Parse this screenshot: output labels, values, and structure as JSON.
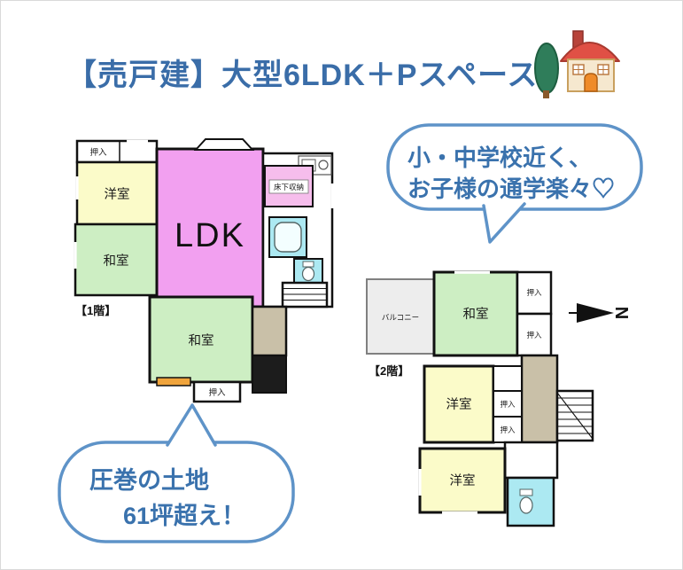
{
  "page": {
    "title": "【売戸建】大型6LDK＋Pスペース"
  },
  "bubbles": {
    "school": {
      "line1": "小・中学校近く、",
      "line2": "お子様の通学楽々♡"
    },
    "land": {
      "line1": "圧巻の土地",
      "line2": "61坪超え！"
    }
  },
  "floor1": {
    "caption": "【1階】",
    "rooms": {
      "closet_top": "押入",
      "western": "洋室",
      "japanese_a": "和室",
      "ldk": "LDK",
      "underfloor_storage": "床下収納",
      "japanese_b": "和室",
      "closet_bottom": "押入"
    }
  },
  "floor2": {
    "caption": "【2階】",
    "rooms": {
      "balcony": "バルコニー",
      "japanese": "和室",
      "closet_a": "押入",
      "closet_b": "押入",
      "western_a": "洋室",
      "closet_c": "押入",
      "closet_d": "押入",
      "western_b": "洋室"
    }
  },
  "compass": {
    "north": "N"
  },
  "colors": {
    "accent_blue": "#3a6da8",
    "bubble_border": "#5e93c8",
    "room_yellow": "#fbfbc9",
    "room_green": "#cdeec3",
    "room_pink": "#f2a0f0",
    "storage_pink": "#f6bdec",
    "room_cyan": "#ace9f2",
    "hall_tan": "#c9c0a8",
    "porch_black": "#1c1c1c",
    "accent_orange": "#f0a43c"
  }
}
